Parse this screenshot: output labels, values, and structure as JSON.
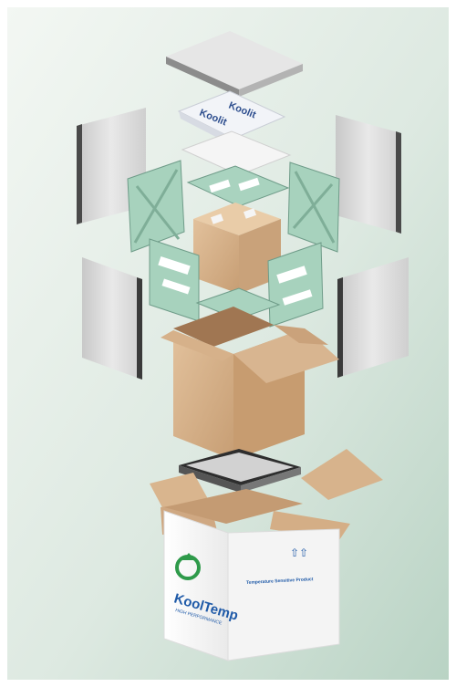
{
  "image": {
    "description_label": "exploded-shipping-container-illustration"
  },
  "pouch": {
    "brand_text": "Koolit"
  },
  "box": {
    "logo_line1": "KoolTemp",
    "logo_line2": "HIGH PERFORMANCE",
    "side_text": "Temperature Sensitive Product",
    "arrows_symbol": "⇧⇧"
  },
  "colors": {
    "background_light": "#eef4ef",
    "background_mid": "#bfd6c8",
    "cardboard": "#d9b48e",
    "cardboard_dark": "#b98f66",
    "panel_grey": "#d8d8d8",
    "panel_edge": "#3a3a3a",
    "coolant_green": "#a7d2bd",
    "logo_green": "#2e9a4a",
    "logo_blue": "#1f5aa8"
  }
}
